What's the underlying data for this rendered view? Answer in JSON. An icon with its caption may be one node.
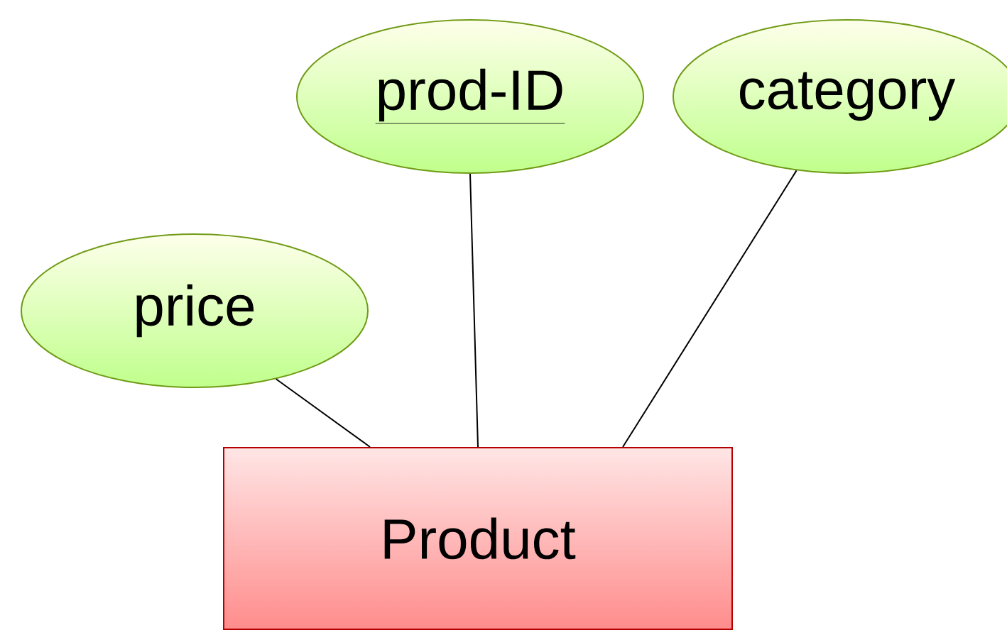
{
  "diagram": {
    "nodes": [
      {
        "text": [
          "price"
        ]
      },
      {
        "text": [
          "prod-ID"
        ]
      },
      {
        "text": [
          "category"
        ]
      },
      {
        "text": [
          "Product"
        ]
      }
    ],
    "edges": [
      {
        "from": 0,
        "to": 3,
        "arrow": "none"
      },
      {
        "from": 1,
        "to": 3,
        "arrow": "none"
      },
      {
        "from": 2,
        "to": 3,
        "arrow": "none"
      }
    ]
  }
}
